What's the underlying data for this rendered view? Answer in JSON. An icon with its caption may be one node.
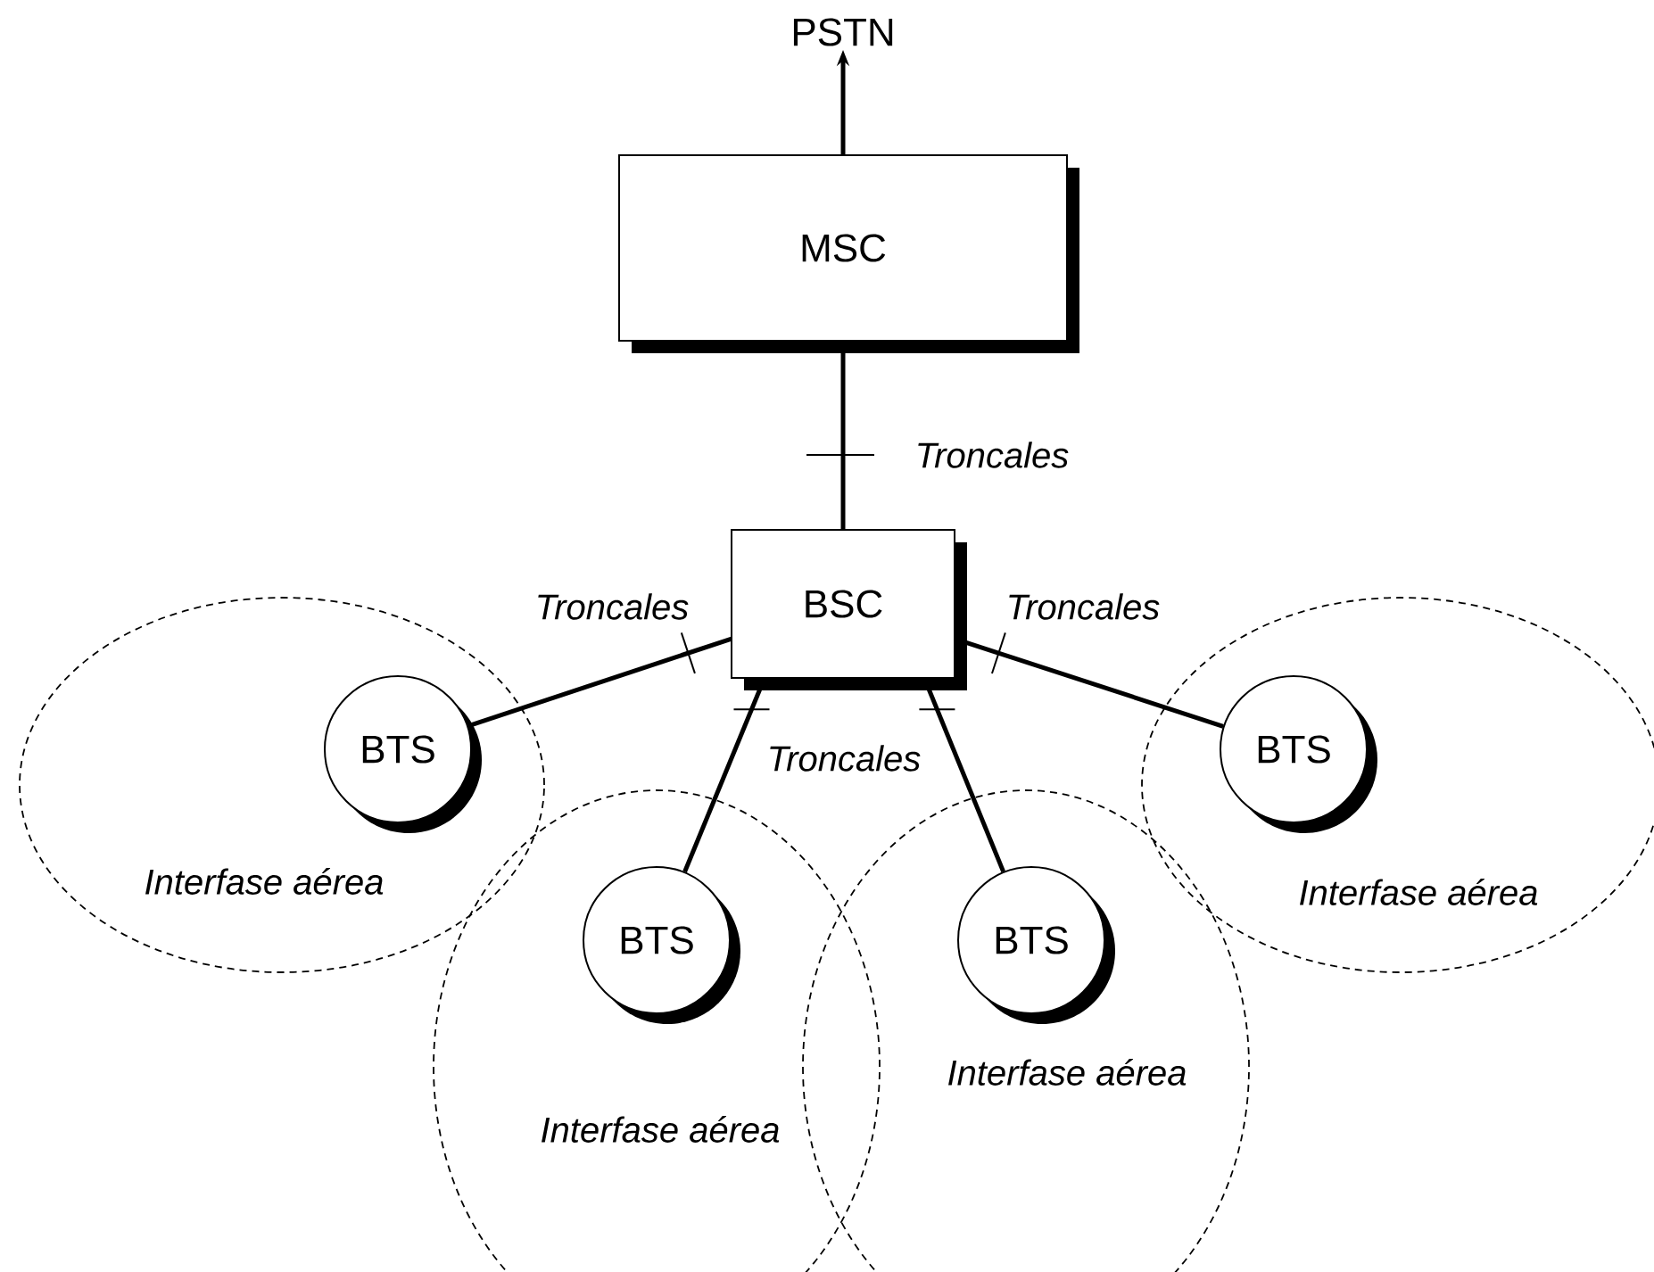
{
  "diagram": {
    "nodes": [
      {
        "text": [
          "PSTN"
        ]
      },
      {
        "text": [
          "MSC"
        ]
      },
      {
        "text": [
          "BSC"
        ]
      },
      {
        "text": [
          "Interfase aérea"
        ]
      },
      {
        "text": [
          "Interfase aérea"
        ]
      },
      {
        "text": [
          "Interfase aérea"
        ]
      },
      {
        "text": [
          "Interfase aérea"
        ]
      },
      {
        "text": [
          "BTS"
        ],
        "in": 3
      },
      {
        "text": [
          "BTS"
        ],
        "in": 4
      },
      {
        "text": [
          "BTS"
        ],
        "in": 5
      },
      {
        "text": [
          "BTS"
        ],
        "in": 6
      }
    ],
    "edges": [
      {
        "from": 1,
        "to": 0,
        "arrow": "to"
      },
      {
        "from": 1,
        "to": 2,
        "arrow": "none",
        "label": "Troncales"
      },
      {
        "from": 2,
        "to": 7,
        "arrow": "none",
        "label": "Troncales"
      },
      {
        "from": 2,
        "to": 8,
        "arrow": "none"
      },
      {
        "from": 2,
        "to": 9,
        "arrow": "none"
      },
      {
        "from": 2,
        "to": 10,
        "arrow": "none",
        "label": "Troncales"
      }
    ],
    "labels": [
      "Troncales"
    ]
  }
}
